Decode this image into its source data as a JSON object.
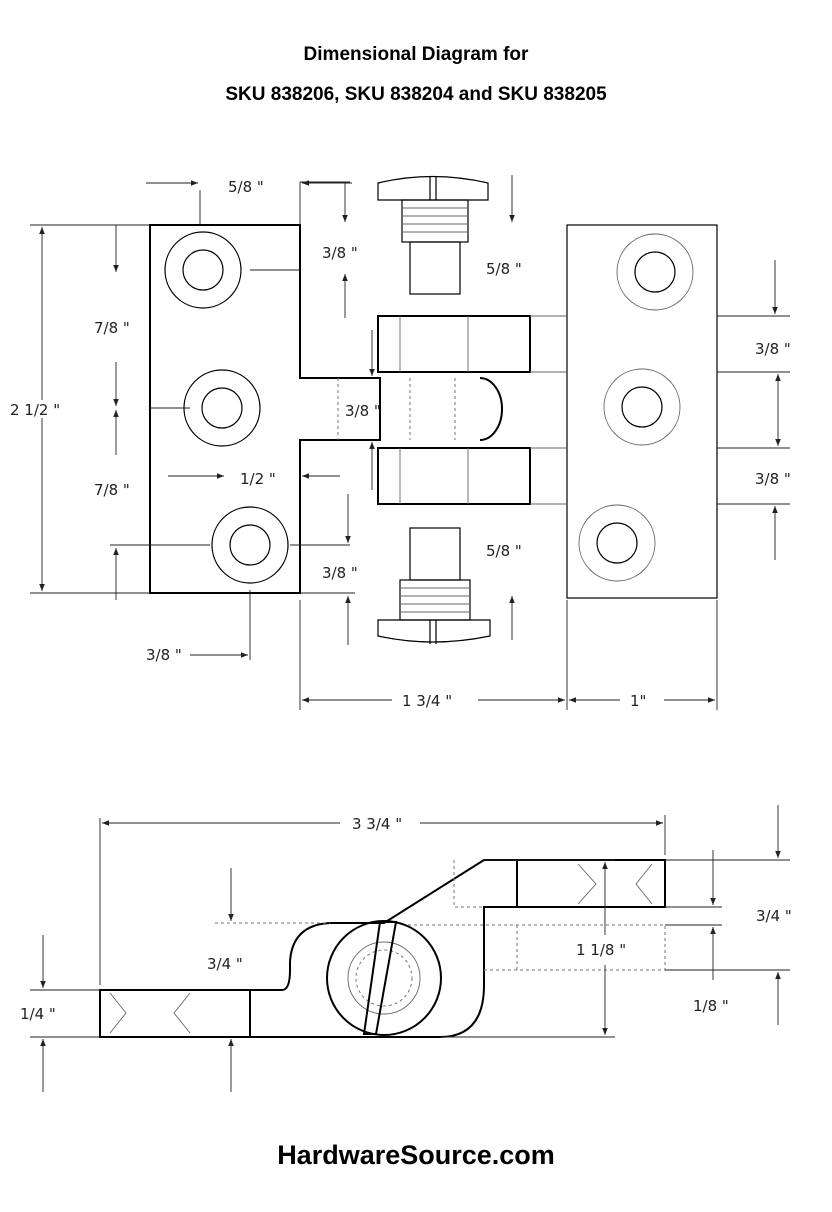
{
  "title": {
    "line1": "Dimensional Diagram for",
    "line2": "SKU 838206, SKU 838204 and SKU 838205"
  },
  "footer": "HardwareSource.com",
  "top_view": {
    "dims": {
      "top_offset": "5/8 \"",
      "hole_edge_top": "3/8 \"",
      "hole_spacing_upper": "7/8 \"",
      "total_height": "2 1/2 \"",
      "hole_spacing_lower": "7/8 \"",
      "tongue_depth": "1/2 \"",
      "hole_edge_bottom": "3/8 \"",
      "hole_edge_left": "3/8 \"",
      "pin_width": "3/8 \"",
      "screw_length_top": "5/8 \"",
      "screw_length_bottom": "5/8 \"",
      "knuckle_upper": "3/8 \"",
      "knuckle_lower": "3/8 \"",
      "leaf_width": "1 3/4 \"",
      "right_leaf_width": "1\""
    }
  },
  "side_view": {
    "dims": {
      "overall_length": "3 3/4 \"",
      "rise": "3/4 \"",
      "base_thickness": "1/4 \"",
      "right_rise": "3/4 \"",
      "barrel_height": "1 1/8 \"",
      "offset": "1/8 \""
    }
  }
}
